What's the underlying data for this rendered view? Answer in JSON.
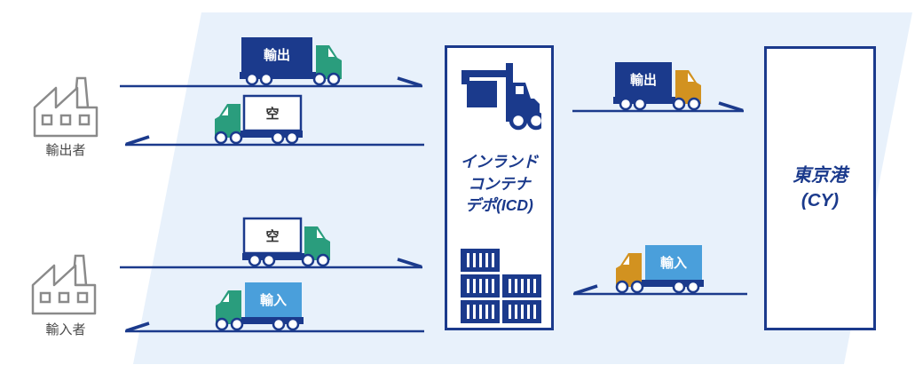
{
  "colors": {
    "navy": "#1b3a8c",
    "green": "#2a9d7d",
    "orange": "#d29220",
    "import_blue": "#4a9fdb",
    "band_blue": "#e8f1fb",
    "white": "#ffffff",
    "factory_gray": "#8a8a8a",
    "label_gray": "#4a4a4a",
    "empty_label_dark": "#333333"
  },
  "exporter": {
    "label": "輸出者"
  },
  "importer": {
    "label": "輸入者"
  },
  "icd_box": {
    "lines": [
      "インランド",
      "コンテナ",
      "デポ(ICD)"
    ]
  },
  "port_box": {
    "lines": [
      "東京港",
      "(CY)"
    ]
  },
  "trucks": [
    {
      "id": "export-truck-to-icd",
      "label": "輸出",
      "label_color": "#ffffff",
      "container_fill": "#1b3a8c",
      "container_stroke": "none",
      "cab_fill": "#2a9d7d",
      "direction": "right"
    },
    {
      "id": "empty-truck-to-exporter",
      "label": "空",
      "label_color": "#333333",
      "container_fill": "#ffffff",
      "container_stroke": "#1b3a8c",
      "cab_fill": "#2a9d7d",
      "direction": "left"
    },
    {
      "id": "export-truck-to-port",
      "label": "輸出",
      "label_color": "#ffffff",
      "container_fill": "#1b3a8c",
      "container_stroke": "none",
      "cab_fill": "#d29220",
      "direction": "right"
    },
    {
      "id": "import-truck-from-port",
      "label": "輸入",
      "label_color": "#ffffff",
      "container_fill": "#4a9fdb",
      "container_stroke": "none",
      "cab_fill": "#d29220",
      "direction": "left"
    },
    {
      "id": "empty-truck-to-icd",
      "label": "空",
      "label_color": "#333333",
      "container_fill": "#ffffff",
      "container_stroke": "#1b3a8c",
      "cab_fill": "#2a9d7d",
      "direction": "right"
    },
    {
      "id": "import-truck-to-importer",
      "label": "輸入",
      "label_color": "#ffffff",
      "container_fill": "#4a9fdb",
      "container_stroke": "none",
      "cab_fill": "#2a9d7d",
      "direction": "left"
    }
  ],
  "icons": {
    "factory": "factory-icon",
    "forklift": "forklift-icon",
    "container_stack": "container-stack-icon",
    "truck": "truck-icon",
    "arrow": "flow-arrow"
  }
}
